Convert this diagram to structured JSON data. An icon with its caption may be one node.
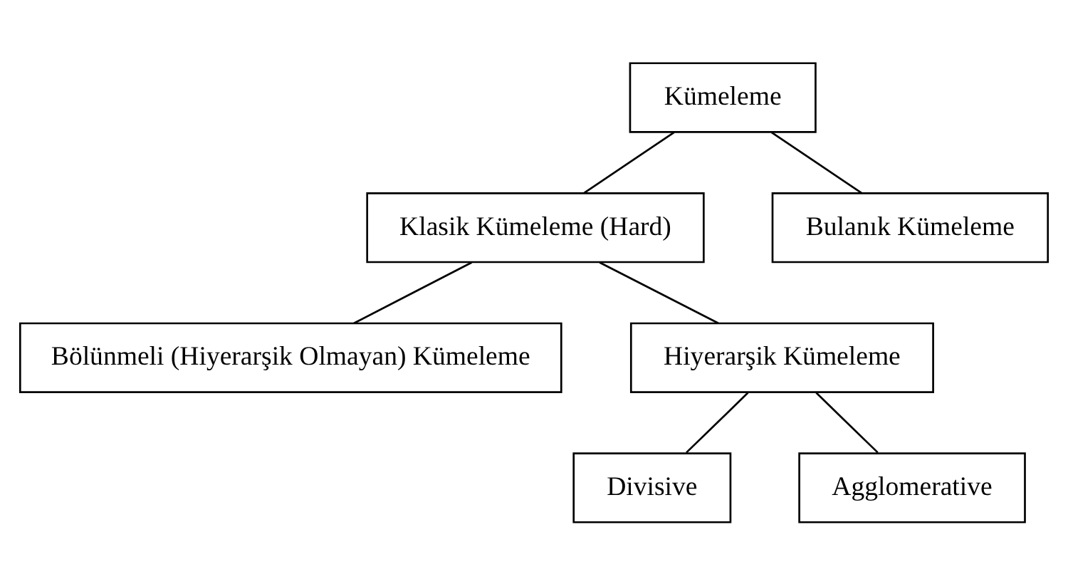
{
  "diagram": {
    "nodes": [
      {
        "text": [
          "Kümeleme"
        ]
      },
      {
        "text": [
          "Klasik Kümeleme (Hard)"
        ]
      },
      {
        "text": [
          "Bulanık Kümeleme"
        ]
      },
      {
        "text": [
          "Bölünmeli (Hiyerarşik Olmayan) Kümeleme"
        ]
      },
      {
        "text": [
          "Hiyerarşik Kümeleme"
        ]
      },
      {
        "text": [
          "Divisive"
        ]
      },
      {
        "text": [
          "Agglomerative"
        ]
      }
    ],
    "edges": [
      {
        "from": 0,
        "to": 1,
        "arrow": "none"
      },
      {
        "from": 0,
        "to": 2,
        "arrow": "none"
      },
      {
        "from": 1,
        "to": 3,
        "arrow": "none"
      },
      {
        "from": 1,
        "to": 4,
        "arrow": "none"
      },
      {
        "from": 4,
        "to": 5,
        "arrow": "none"
      },
      {
        "from": 4,
        "to": 6,
        "arrow": "none"
      }
    ]
  }
}
